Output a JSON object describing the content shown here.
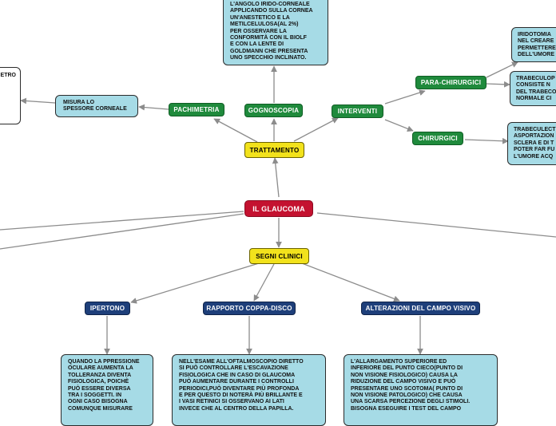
{
  "central": "IL GLAUCOMA",
  "treatment": {
    "label": "TRATTAMENTO",
    "pachimetria": "PACHIMETRIA",
    "pachimetria_note": "MISURA LO\nSPESSORE CORNEALE",
    "pachimetro_fragment": "ETRO",
    "gonioscopia": "GOGNOSCOPIA",
    "gonioscopia_note": "L'ANGOLO IRIDO-CORNEALE\nAPPLICANDO SULLA CORNEA\nUN'ANESTETICO E LA\nMETILCELULOSA(AL 2%)\nPER OSSERVARE LA\nCONFORMITÀ CON IL BIOLF\nE CON LA LENTE DI\nGOLDMANN CHE PRESENTA\nUNO SPECCHIO INCLINATO.",
    "interventi": "INTERVENTI",
    "para_chirurgici": "PARA-CHIRURGICI",
    "iridotomia_note": "IRIDOTOMIA\nNEL CREARE\nPERMETTERE\nDELL'UMORE",
    "trabeculoplastica_note": "TRABECULOP\nCONSISTE N\nDEL TRABECO\nNORMALE CI",
    "chirurgici": "CHIRURGICI",
    "trabeculectomia_note": "TRABECULECT\nASPORTAZION\nSCLERA E DI T\nPOTER FAR FU\nL'UMORE ACQ"
  },
  "signs": {
    "label": "SEGNI CLINICI",
    "ipertono": "IPERTONO",
    "ipertono_note": "QUANDO LA PPRESSIONE\nOCULARE AUMENTA LA\nTOLLERANZA DIVENTA\nFISIOLOGICA, POICHè\nPUò ESSERE DIVERSA\nTRA I SOGGETTI. IN\nOGNI CASO BISOGNA\nCOMUNQUE MISURARE",
    "coppa_disco": "RAPPORTO COPPA-DISCO",
    "coppa_disco_note": "NELL'ESAME ALL'OFTALMOSCOPIO DIRETTO\nSI PUò CONTROLLARE L'ESCAVAZIONE\nFISIOLOGICA CHE IN CASO DI GLAUCOMA\nPUò  AUMENTARE DURANTE I CONTROLLI\nPERIODICI,PUò DIVENTARE PIù PROFONDA\nE PER QUESTO DI NOTERà PIù BRILLANTE E\nI VASI RETINICI SI OSSERVANO AI LATI\nINVECE CHE AL CENTRO DELLA PAPILLA.",
    "campo_visivo": "ALTERAZIONI DEL CAMPO VISIVO",
    "campo_visivo_note": "L'ALLARGAMENTO SUPERIORE ED\nINFERIORE DEL PUNTO CIECO(PUNTO DI\nNON VISIONE FISIOLOGICO) CAUSA LA\nRIDUZIONE DEL CAMPO VISIVO E PUò\nPRESENTARE UNO SCOTOMA( PUNTO DI\nNON VISIONE PATOLOGICO) CHE CAUSA\nUNA SCARSA PERCEZIONE DEGLI STIMOLI.\nBISOGNA ESEGUIRE I TEST DEL CAMPO"
  },
  "colors": {
    "central": "#c41230",
    "main_branch": "#f2e21c",
    "sub_branch_green": "#1f8a3c",
    "sub_branch_navy": "#1e3f7a",
    "note_box": "#a6dbe6",
    "connector": "#8c8c8c"
  }
}
